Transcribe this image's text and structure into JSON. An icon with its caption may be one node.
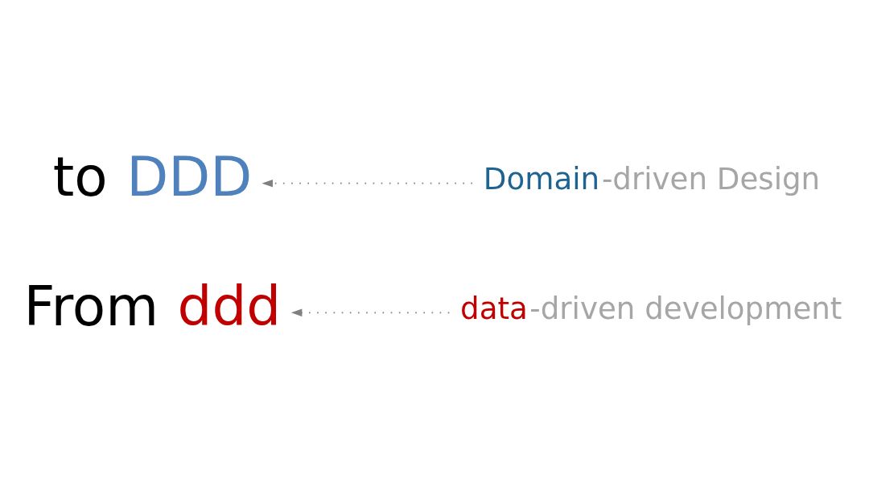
{
  "diagram": {
    "nodes": [
      {
        "text": [
          "From ddd"
        ]
      },
      {
        "text": [
          "to DDD"
        ]
      },
      {
        "text": [
          "data-driven development"
        ]
      },
      {
        "text": [
          "Domain-driven Design"
        ]
      }
    ],
    "edges": [
      {
        "from": 2,
        "to": 0,
        "arrow": "to",
        "style": "dashed"
      },
      {
        "from": 3,
        "to": 1,
        "arrow": "to",
        "style": "dashed"
      }
    ]
  }
}
